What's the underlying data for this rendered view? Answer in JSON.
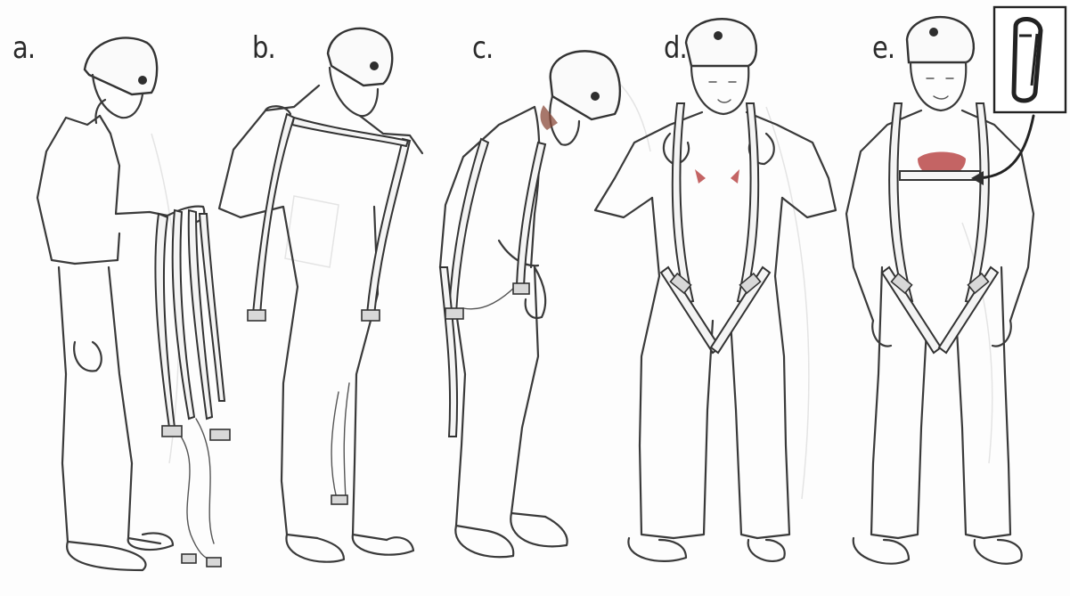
{
  "panels": [
    {
      "id": "a",
      "label": "a."
    },
    {
      "id": "b",
      "label": "b."
    },
    {
      "id": "c",
      "label": "c."
    },
    {
      "id": "d",
      "label": "d."
    },
    {
      "id": "e",
      "label": "e."
    }
  ],
  "inset": {
    "icon": "carabiner-icon"
  }
}
